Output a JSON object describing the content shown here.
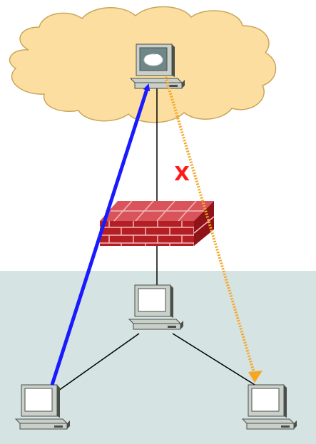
{
  "diagram": {
    "colors": {
      "cloud_fill": "#fcdfa0",
      "cloud_stroke": "#c9a55a",
      "lan_fill": "#d6e3e3",
      "firewall_brick": "#b41f24",
      "firewall_top": "#d9545a",
      "firewall_side": "#8e1418",
      "firewall_mortar": "#f2b9bc",
      "link": "#000000",
      "allowed_flow": "#1a1aff",
      "blocked_flow": "#f5a623",
      "block_mark": "#ff1a1a",
      "pc_body": "#c9cfc9",
      "pc_dark": "#4a4f4a",
      "pc_screen": "#ffffff",
      "pc_cloud_screen": "#6f8788"
    },
    "nodes": [
      {
        "id": "internet-host",
        "icon": "desktop-computer-with-cloud-screen-icon"
      },
      {
        "id": "firewall",
        "icon": "firewall-icon"
      },
      {
        "id": "lan-switch-host",
        "icon": "desktop-computer-icon"
      },
      {
        "id": "lan-host-left",
        "icon": "desktop-computer-icon"
      },
      {
        "id": "lan-host-right",
        "icon": "desktop-computer-icon"
      }
    ],
    "links": [
      {
        "from": "internet-host",
        "to": "firewall"
      },
      {
        "from": "firewall",
        "to": "lan-switch-host"
      },
      {
        "from": "lan-switch-host",
        "to": "lan-host-left"
      },
      {
        "from": "lan-switch-host",
        "to": "lan-host-right"
      }
    ],
    "flows": [
      {
        "id": "allowed-outbound",
        "from": "lan-host-left",
        "to": "internet-host",
        "style": "solid"
      },
      {
        "id": "blocked-inbound",
        "from": "internet-host",
        "to": "lan-host-right",
        "style": "dotted",
        "blocked": true
      }
    ],
    "block_mark_glyph": "X"
  }
}
